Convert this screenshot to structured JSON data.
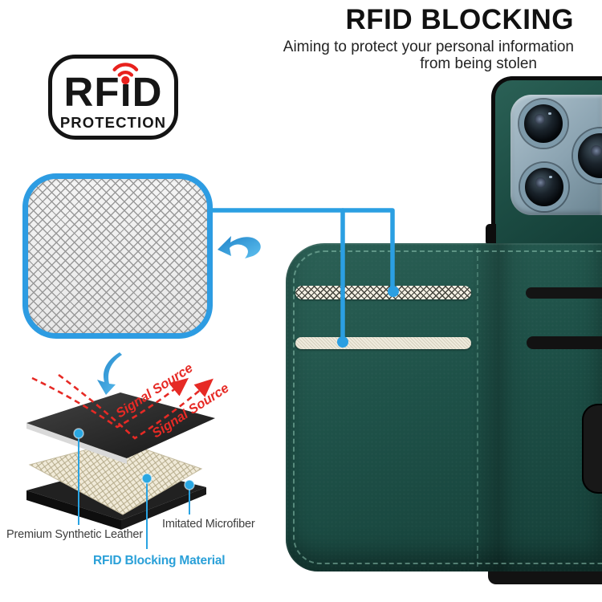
{
  "header": {
    "title": "RFID BLOCKING",
    "subtitle_line1": "Aiming to protect your personal information",
    "subtitle_line2": "from being stolen"
  },
  "badge": {
    "brand_full": "RFiD",
    "brand_prefix": "RF",
    "brand_i": "ı",
    "brand_suffix": "D",
    "caption": "PROTECTION"
  },
  "diagram": {
    "signal_source_1": "Signal Source",
    "signal_source_2": "Signal Source",
    "layers": {
      "top_label": "Premium Synthetic Leather",
      "middle_label": "RFID Blocking Material",
      "bottom_label": "Imitated Microfiber"
    }
  },
  "icons": {
    "wifi": "wifi-signal-icon",
    "down_arrow": "curved-down-arrow-icon",
    "left_arrow": "curved-left-arrow-icon"
  },
  "colors": {
    "accent_cyan": "#2d9ce2",
    "signal_red": "#e62a25",
    "case_green": "#1e5148",
    "label_cyan": "#2aa0d8",
    "strip_cream": "#f3efe3",
    "camera_steel": "#8ba3b1"
  }
}
